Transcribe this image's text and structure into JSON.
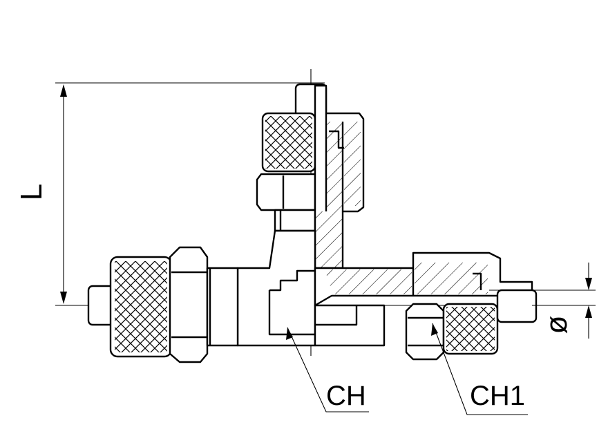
{
  "labels": {
    "length": "L",
    "diameter": "ø",
    "key_size": "CH",
    "key_size_nut": "CH1"
  }
}
